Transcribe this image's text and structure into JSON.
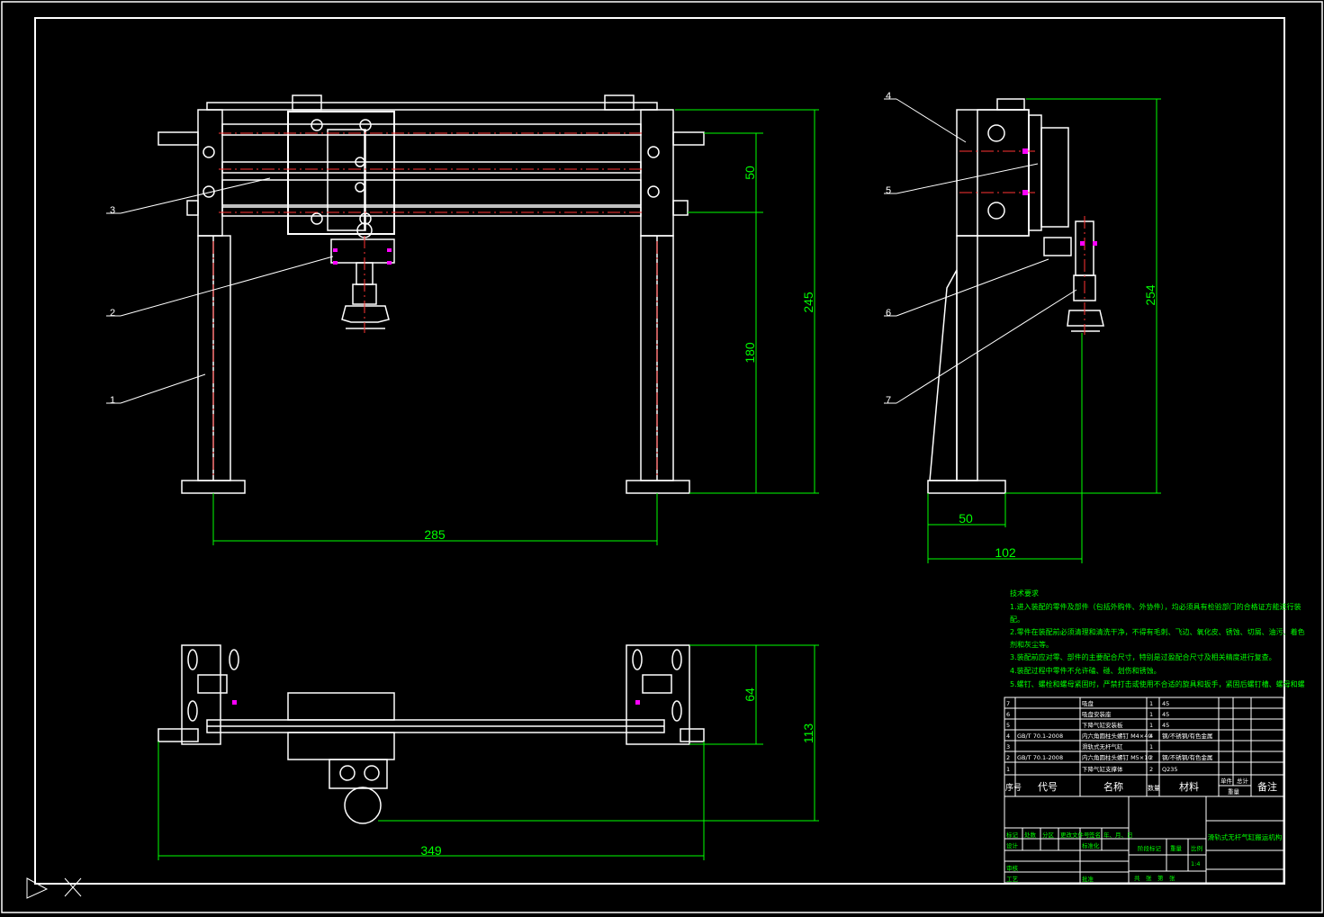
{
  "dimensions": {
    "front_pitch": "50",
    "front_lower": "180",
    "front_total": "245",
    "front_width": "285",
    "side_height": "254",
    "side_base": "50",
    "side_width": "102",
    "top_depth": "64",
    "top_total": "113",
    "top_width": "349"
  },
  "balloons": [
    "1",
    "2",
    "3",
    "4",
    "5",
    "6",
    "7"
  ],
  "tech_notes": {
    "title": "技术要求",
    "lines": [
      "1.进入装配的零件及部件（包括外购件、外协件），均必须具有检验部门的合格证方能进行装",
      "配。",
      "2.零件在装配前必须清理和清洗干净，不得有毛刺、飞边、氧化皮、锈蚀、切屑、油污、着色",
      "剂和灰尘等。",
      "3.装配前应对零、部件的主要配合尺寸，特别是过盈配合尺寸及相关精度进行复查。",
      "4.装配过程中零件不允许磕、碰、划伤和锈蚀。",
      "5.螺钉、螺栓和螺母紧固时，严禁打击或使用不合适的旋具和扳手，紧固后螺钉槽、螺母和螺"
    ]
  },
  "bom": {
    "rows": [
      {
        "no": "7",
        "code": "",
        "name": "吸盘",
        "qty": "1",
        "mat": "45"
      },
      {
        "no": "6",
        "code": "",
        "name": "吸盘安装座",
        "qty": "1",
        "mat": "45"
      },
      {
        "no": "5",
        "code": "",
        "name": "下降气缸安装板",
        "qty": "1",
        "mat": "45"
      },
      {
        "no": "4",
        "code": "GB/T 70.1-2008",
        "name": "内六角圆柱头螺钉 M4×40",
        "qty": "4",
        "mat": "钢/不锈钢/有色金属"
      },
      {
        "no": "3",
        "code": "",
        "name": "滑轨式无杆气缸",
        "qty": "1",
        "mat": ""
      },
      {
        "no": "2",
        "code": "GB/T 70.1-2008",
        "name": "内六角圆柱头螺钉 M5×10",
        "qty": "2",
        "mat": "钢/不锈钢/有色金属"
      },
      {
        "no": "1",
        "code": "",
        "name": "下降气缸支撑体",
        "qty": "2",
        "mat": "Q235"
      }
    ],
    "header": {
      "no": "序号",
      "code": "代号",
      "name": "名称",
      "qty": "数量",
      "mat": "材料",
      "unit": "单件",
      "total": "总计",
      "weight": "重量",
      "remark": "备注"
    }
  },
  "title_block": {
    "drawing_title": "滑轨式无杆气缸搬运机构",
    "labels": {
      "mark": "标记",
      "count": "处数",
      "zone": "分区",
      "change_doc": "更改文件号",
      "sign": "签名",
      "date": "年、月、日",
      "designer": "设计",
      "standard": "标准化",
      "checker": "审核",
      "process": "工艺",
      "approve": "批准",
      "stage": "阶段标记",
      "weight": "重量",
      "scale": "比例",
      "scale_value": "1:4",
      "sheet": "共　张　第　张"
    }
  }
}
